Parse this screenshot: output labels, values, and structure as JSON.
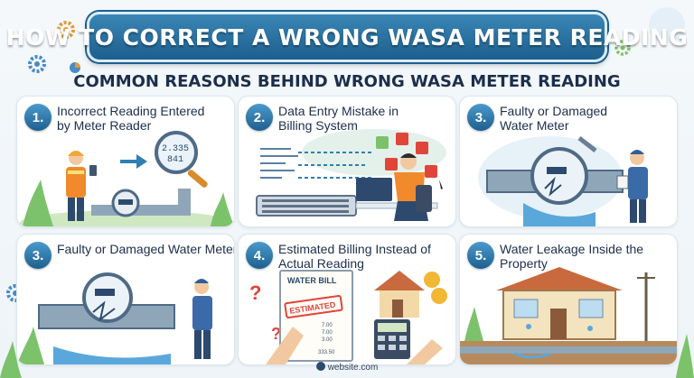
{
  "header": {
    "title": "HOW TO CORRECT A WRONG WASA METER READING"
  },
  "subtitle": "COMMON REASONS BEHIND WRONG WASA METER READING",
  "cards": [
    {
      "number": "1.",
      "line1": "Incorrect Reading Entered",
      "line2": "by Meter Reader"
    },
    {
      "number": "2.",
      "line1": "Data Entry Mistake in",
      "line2": "Billing System"
    },
    {
      "number": "3.",
      "line1": "Faulty or Damaged",
      "line2": "Water Meter"
    },
    {
      "number": "3.",
      "line1": "Faulty or Damaged Water Meter",
      "line2": ""
    },
    {
      "number": "4.",
      "line1": "Estimated Billing Instead of",
      "line2": "Actual Reading"
    },
    {
      "number": "5.",
      "line1": "Water Leakage Inside the",
      "line2": "Property"
    }
  ],
  "illustrations": {
    "meter_digits": "2.335",
    "meter_digits2": "841",
    "bill_title": "WATER BILL",
    "bill_stamp": "ESTIMATED",
    "bill_lines": [
      "7.00",
      "7.00",
      "3.00",
      "333.50"
    ]
  },
  "colors": {
    "accent": "#1d5f8e",
    "badge": "#2f7fb3",
    "water": "#5aa8db",
    "grass": "#7cc26b",
    "error": "#e0453a"
  },
  "footer": {
    "website": "website.com"
  }
}
